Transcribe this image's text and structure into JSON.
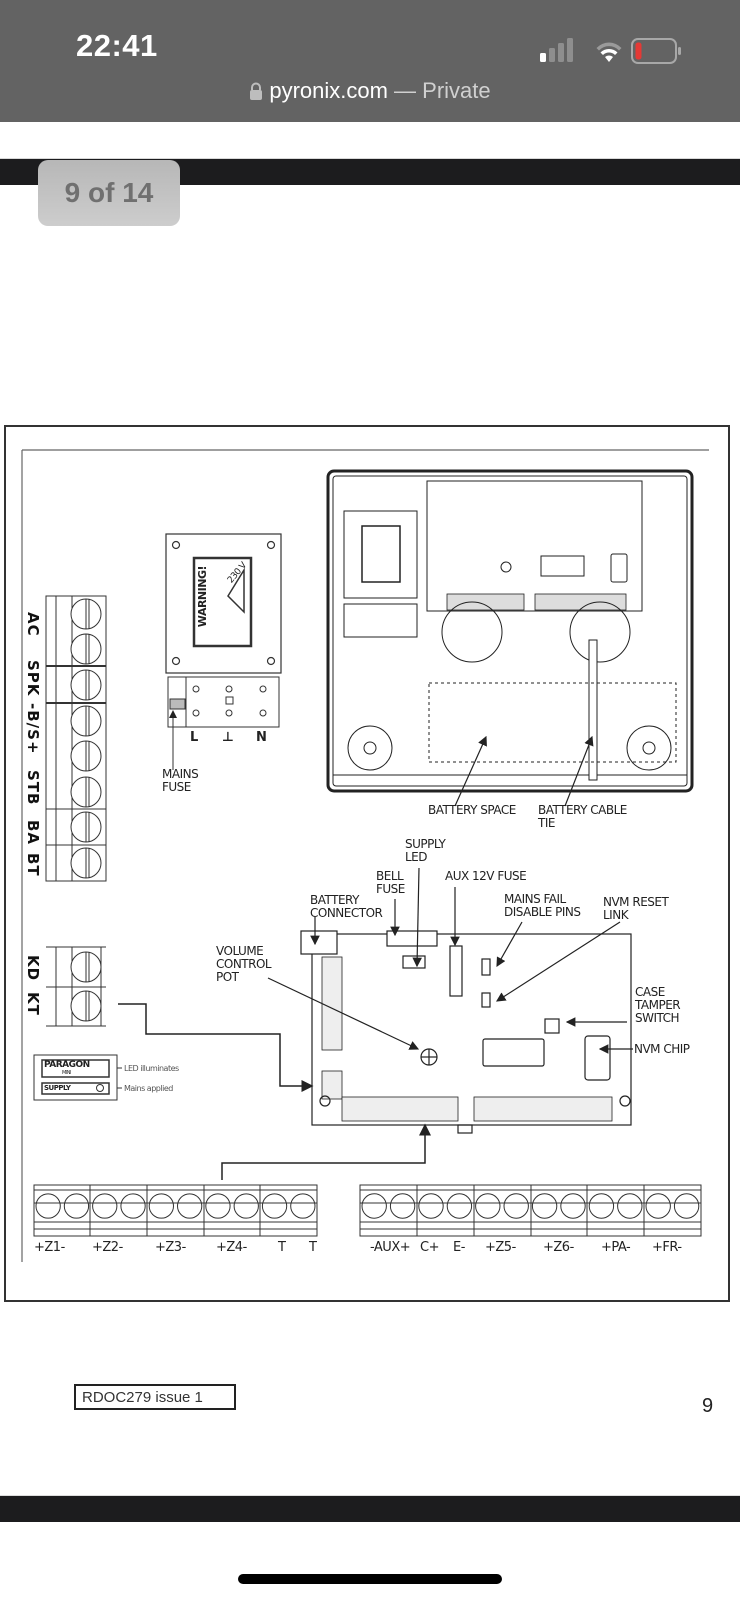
{
  "status_bar": {
    "time": "22:41",
    "signal_icon": "cellular-signal-icon",
    "wifi_icon": "wifi-icon",
    "battery_icon": "battery-low-icon",
    "battery_color": "#e53935"
  },
  "browser": {
    "domain": "pyronix.com",
    "separator": " — ",
    "mode": "Private",
    "lock_icon": "lock-icon"
  },
  "pdf_viewer": {
    "page_indicator": "9 of 14"
  },
  "diagram": {
    "left_terminal_labels": [
      "AC",
      "SPK",
      "-B/S+",
      "STB",
      "BA",
      "BT"
    ],
    "keypad_terminal_labels": [
      "KD",
      "KT"
    ],
    "transformer": {
      "warning_text": "WARNING!",
      "voltage": "230 V",
      "terminal_labels": [
        "L",
        "⊥",
        "N"
      ],
      "mains_fuse_label": [
        "MAINS",
        "FUSE"
      ]
    },
    "enclosure": {
      "battery_space_label": "BATTERY SPACE",
      "battery_cable_tie_label": [
        "BATTERY CABLE",
        "TIE"
      ]
    },
    "pcb_callouts": {
      "supply_led": [
        "SUPPLY",
        "LED"
      ],
      "bell_fuse": [
        "BELL",
        "FUSE"
      ],
      "aux_fuse": "AUX 12V FUSE",
      "battery_connector": [
        "BATTERY",
        "CONNECTOR"
      ],
      "mains_fail": [
        "MAINS FAIL",
        "DISABLE PINS"
      ],
      "nvm_reset": [
        "NVM RESET",
        "LINK"
      ],
      "volume_pot": [
        "VOLUME",
        "CONTROL",
        "POT"
      ],
      "case_tamper": [
        "CASE",
        "TAMPER",
        "SWITCH"
      ],
      "nvm_chip": "NVM CHIP"
    },
    "supply_legend": {
      "brand": "PARAGON",
      "model": "MINI",
      "supply_label": "SUPPLY",
      "line1": "LED illuminates",
      "line2": "Mains applied"
    },
    "bottom_terminals_left": [
      "+Z1-",
      "+Z2-",
      "+Z3-",
      "+Z4-",
      "T",
      "T"
    ],
    "bottom_terminals_right": [
      "-AUX+",
      "C+",
      "E-",
      "+Z5-",
      "+Z6-",
      "+PA-",
      "+FR-"
    ]
  },
  "footer": {
    "doc_ref": "RDOC279  issue 1",
    "page_number": "9"
  }
}
